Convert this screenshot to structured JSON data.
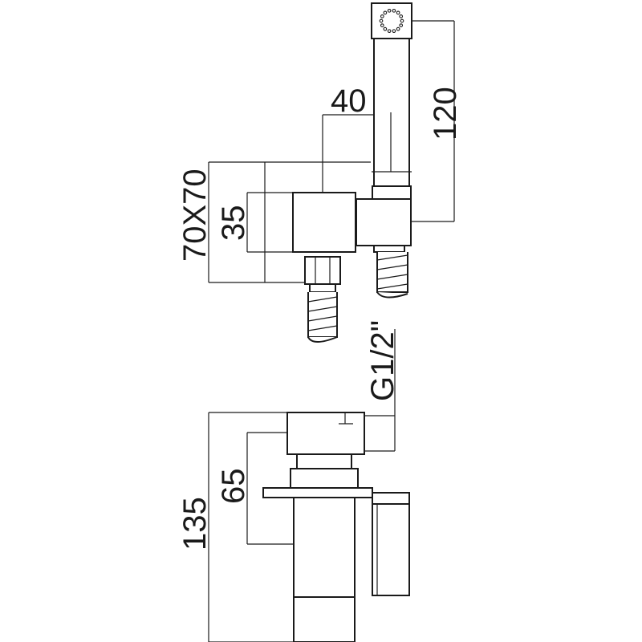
{
  "dimensions": {
    "shower_head_length": "120",
    "arm_offset": "40",
    "plate_size": "70X70",
    "body_size": "35",
    "thread": "G1/2\"",
    "total_depth": "135",
    "inner_depth": "65"
  },
  "colors": {
    "line": "#1a1a1a",
    "background": "#ffffff"
  }
}
